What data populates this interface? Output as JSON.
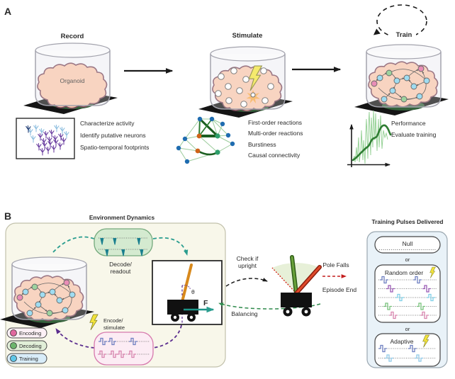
{
  "figure": {
    "panel_a": {
      "label": "A",
      "stages": [
        {
          "title": "Record",
          "organoid_label": "Organoid",
          "notes": [
            "Characterize activity",
            "Identify putative neurons",
            "Spatio-temporal footprints"
          ]
        },
        {
          "title": "Stimulate",
          "notes": [
            "First-order reactions",
            "Multi-order reactions",
            "Burstiness",
            "Causal connectivity"
          ]
        },
        {
          "title": "Train",
          "notes": [
            "Performance",
            "Evaluate training"
          ]
        }
      ]
    },
    "panel_b": {
      "label": "B",
      "environment_title": "Environment Dynamics",
      "decode_line1": "Decode/",
      "decode_line2": "readout",
      "encode_line1": "Encode/",
      "encode_line2": "stimulate",
      "theta_symbol": "θ",
      "force_symbol": "F",
      "check_line1": "Check if",
      "check_line2": "upright",
      "balancing_label": "Balancing",
      "pole_falls_label": "Pole Falls",
      "episode_end_label": "Episode End",
      "legend": [
        {
          "label": "Encoding"
        },
        {
          "label": "Decoding"
        },
        {
          "label": "Training"
        }
      ],
      "pulses": {
        "title": "Training Pulses Delivered",
        "null_label": "Null",
        "or_label": "or",
        "random_label": "Random order",
        "adaptive_label": "Adaptive"
      }
    },
    "colors": {
      "organoid": "#f6c6ac",
      "organoid_outline": "#7a4a5c",
      "node_blue": "#7fd0ec",
      "node_green": "#7cc47f",
      "node_pink": "#e0679e",
      "encoding_pink": "#e0679e",
      "decoding_green": "#6cb56c",
      "training_blue": "#5ec6e8",
      "legend_bg_pink": "#fdf0f6",
      "legend_bg_green": "#e1efd8",
      "legend_bg_blue": "#d8ecf8",
      "decode_box_bg": "#d4ead0",
      "decode_box_border": "#74a97c",
      "encode_box_bg": "#fcecf4",
      "encode_box_border": "#d678ad",
      "spike_teal": "#1a7f8e",
      "teal_dashed": "#2a9d8f",
      "purple_dashed": "#5b2d8e",
      "env_bg": "#f8f7ea",
      "pulses_bg": "#e9f2f8",
      "pole_orange": "#d8891c",
      "pole_green": "#4a8a28",
      "pole_red": "#dd3b1f",
      "lightning_yellow": "#f2e33c",
      "chart_green_dark": "#2e7d32",
      "chart_green_light": "#8fce8f",
      "pulse_slate": "#6e7fc1",
      "pulse_purple": "#9a5bb5",
      "pulse_cyan": "#7fd0e8",
      "pulse_green": "#77c17a",
      "pulse_pink": "#d884ae",
      "pulse_blue": "#8fc9e8",
      "record_spike_blue": "#8fbfe0",
      "record_spike_purple": "#6b3fa0"
    }
  }
}
